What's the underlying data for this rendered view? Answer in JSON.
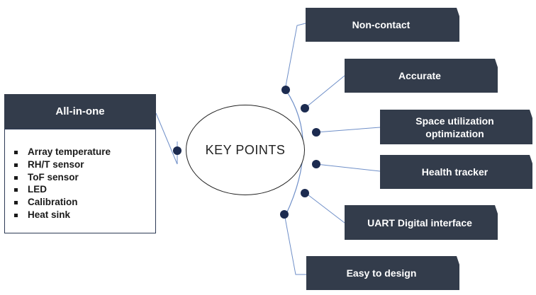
{
  "center_label": "KEY POINTS",
  "panel": {
    "title": "All-in-one",
    "items": [
      "Array temperature",
      "RH/T sensor",
      "ToF sensor",
      "LED",
      "Calibration",
      "Heat sink"
    ]
  },
  "points": [
    {
      "label": "Non-contact"
    },
    {
      "label": "Accurate"
    },
    {
      "label": "Space utilization optimization"
    },
    {
      "label": "Health tracker"
    },
    {
      "label": "UART Digital interface"
    },
    {
      "label": "Easy to design"
    }
  ],
  "colors": {
    "box_fill": "#333c4b",
    "dot": "#1c2b50",
    "line": "#6f8fc8"
  }
}
